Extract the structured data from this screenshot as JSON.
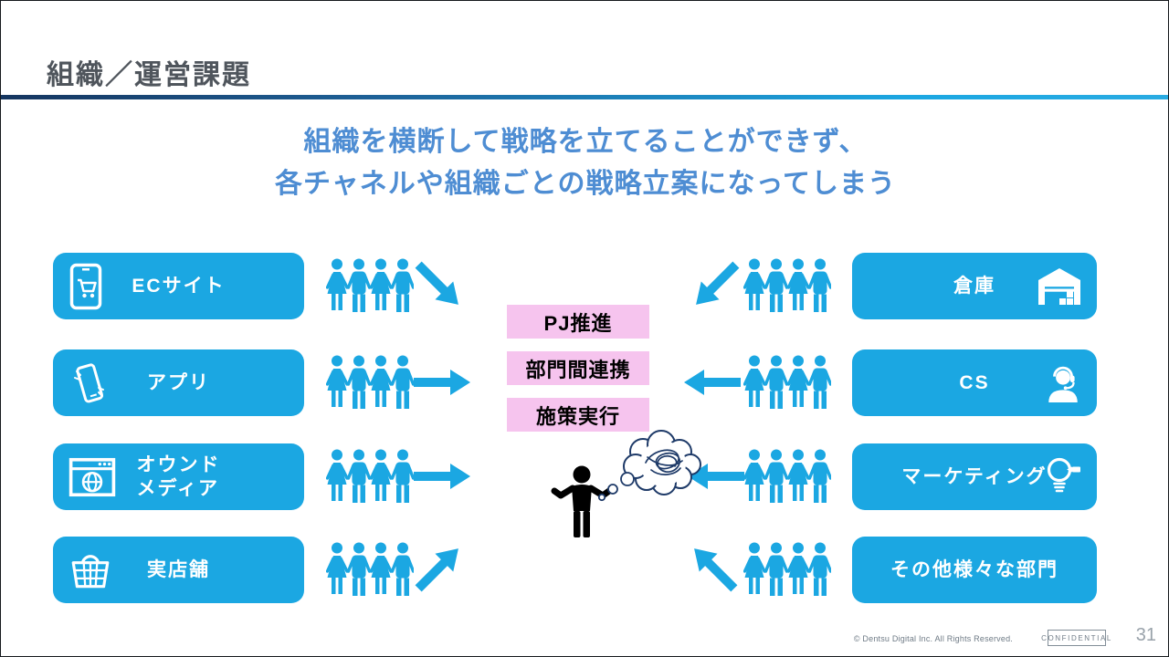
{
  "slide": {
    "title": "組織／運営課題",
    "heading_line1": "組織を横断して戦略を立てることができず、",
    "heading_line2": "各チャネルや組織ごとの戦略立案になってしまう",
    "footer": {
      "copyright": "© Dentsu Digital Inc. All Rights Reserved.",
      "confidential_label": "CONFIDENTIAL",
      "page_number": "31"
    }
  },
  "left_channels": [
    {
      "label": "ECサイト",
      "icon": "smartphone-cart-icon"
    },
    {
      "label": "アプリ",
      "icon": "mobile-app-icon"
    },
    {
      "label": "オウンド\nメディア",
      "icon": "browser-globe-icon"
    },
    {
      "label": "実店舗",
      "icon": "shopping-basket-icon"
    }
  ],
  "right_departments": [
    {
      "label": "倉庫",
      "icon": "warehouse-icon"
    },
    {
      "label": "CS",
      "icon": "customer-support-headset-icon"
    },
    {
      "label": "マーケティング",
      "icon": "lightbulb-idea-icon"
    },
    {
      "label": "その他様々な部門",
      "icon": null
    }
  ],
  "center_tasks": [
    "PJ推進",
    "部門間連携",
    "施策実行"
  ],
  "flow": {
    "people_group_size": 4,
    "left_arrow_directions": [
      "down-right",
      "right",
      "right",
      "up-right"
    ],
    "right_arrow_directions": [
      "down-left",
      "left",
      "left",
      "up-left"
    ]
  },
  "colors": {
    "accent_blue": "#1ba7e2",
    "heading_blue": "#4e8dd3",
    "task_pink": "#f6c4ee",
    "rule_navy": "#15355f",
    "title_gray": "#4f555c",
    "footer_gray": "#6f7b86",
    "silhouette_black": "#000000",
    "bubble_navy": "#1e3a68"
  }
}
